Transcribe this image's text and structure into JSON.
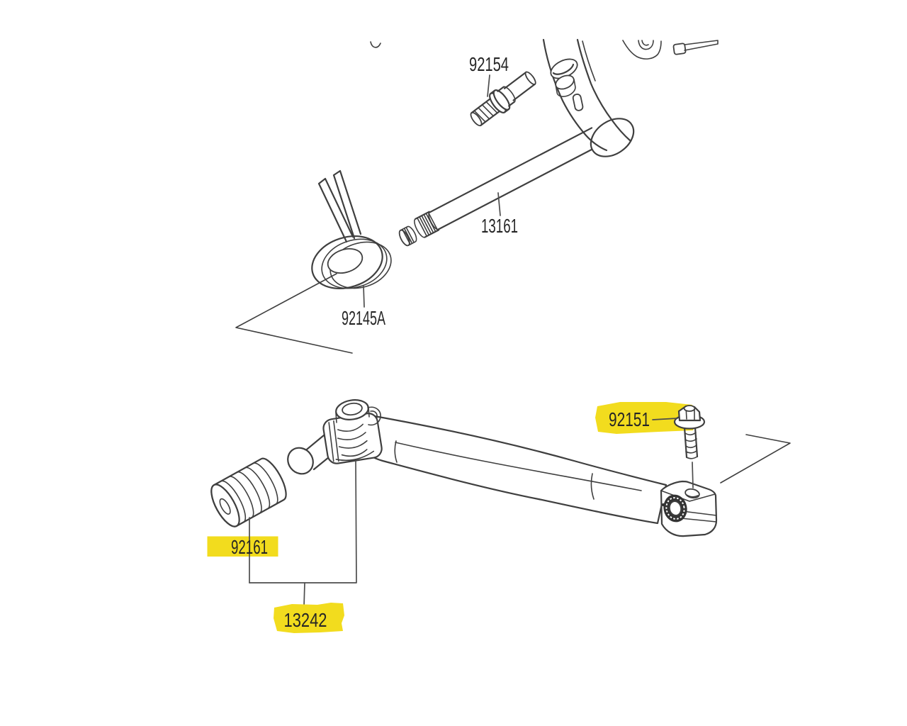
{
  "page": {
    "background": "#ffffff"
  },
  "diagram": {
    "title": "gear-shift-pedal-parts-diagram",
    "line_color": "#3f3f3f",
    "highlight_color": "#f2dc1e",
    "labels": {
      "p92154": {
        "text": "92154",
        "highlighted": false
      },
      "p13161": {
        "text": "13161",
        "highlighted": false
      },
      "p92145A": {
        "text": "92145A",
        "highlighted": false
      },
      "p92151": {
        "text": "92151",
        "highlighted": true
      },
      "p92161": {
        "text": "92161",
        "highlighted": true
      },
      "p13242": {
        "text": "13242",
        "highlighted": true
      }
    }
  }
}
